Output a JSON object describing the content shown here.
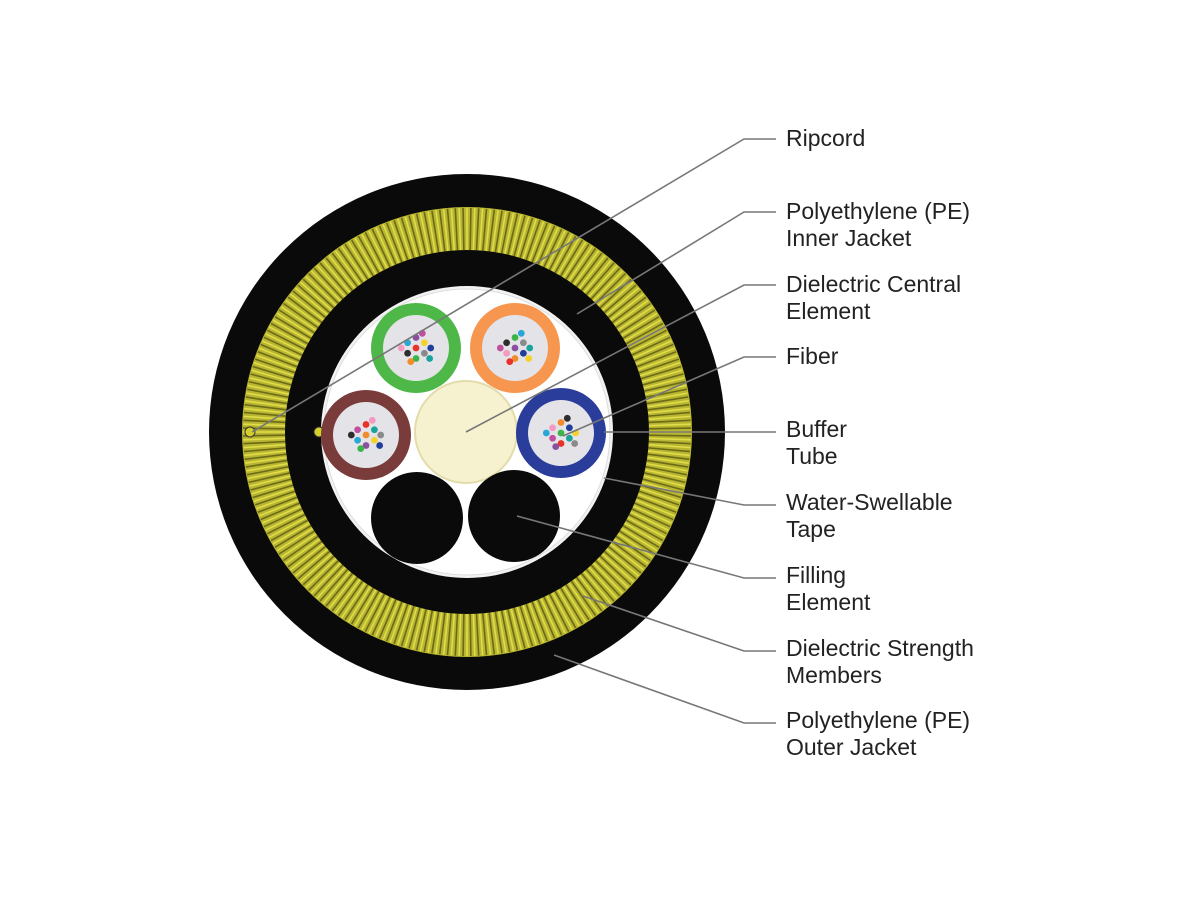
{
  "colors": {
    "background": "#ffffff",
    "jacket": "#0a0a0a",
    "strength_members": "#b8b530",
    "strength_members_highlight": "#e0dc4a",
    "water_swellable_tape": "#f2f2f2",
    "central_element": "#f6f2d0",
    "leader_line": "#777777",
    "label_text": "#222222",
    "ripcord": "#d4cf2a"
  },
  "buffer_tubes": [
    {
      "name": "green-buffer-tube",
      "color": "#4db848"
    },
    {
      "name": "orange-buffer-tube",
      "color": "#f7974f"
    },
    {
      "name": "blue-buffer-tube",
      "color": "#2b3d9a"
    },
    {
      "name": "brown-buffer-tube",
      "color": "#7a3b3b"
    }
  ],
  "fiber_colors": [
    "#e8322a",
    "#2aa7d4",
    "#f5d22b",
    "#8b4fa0",
    "#2d2d2d",
    "#8a8a8a",
    "#3bb54a",
    "#f39ac0",
    "#1f3f9a",
    "#f28b2b",
    "#c04fa0",
    "#1aa39a"
  ],
  "callouts": [
    {
      "id": "ripcord",
      "lines": [
        "Ripcord"
      ]
    },
    {
      "id": "inner-jacket",
      "lines": [
        "Polyethylene (PE)",
        "Inner Jacket"
      ]
    },
    {
      "id": "central-element",
      "lines": [
        "Dielectric Central",
        "Element"
      ]
    },
    {
      "id": "fiber",
      "lines": [
        "Fiber"
      ]
    },
    {
      "id": "buffer-tube",
      "lines": [
        "Buffer",
        "Tube"
      ]
    },
    {
      "id": "water-swellable-tape",
      "lines": [
        "Water-Swellable",
        "Tape"
      ]
    },
    {
      "id": "filling-element",
      "lines": [
        "Filling",
        "Element"
      ]
    },
    {
      "id": "strength-members",
      "lines": [
        "Dielectric Strength",
        "Members"
      ]
    },
    {
      "id": "outer-jacket",
      "lines": [
        "Polyethylene (PE)",
        "Outer Jacket"
      ]
    }
  ]
}
